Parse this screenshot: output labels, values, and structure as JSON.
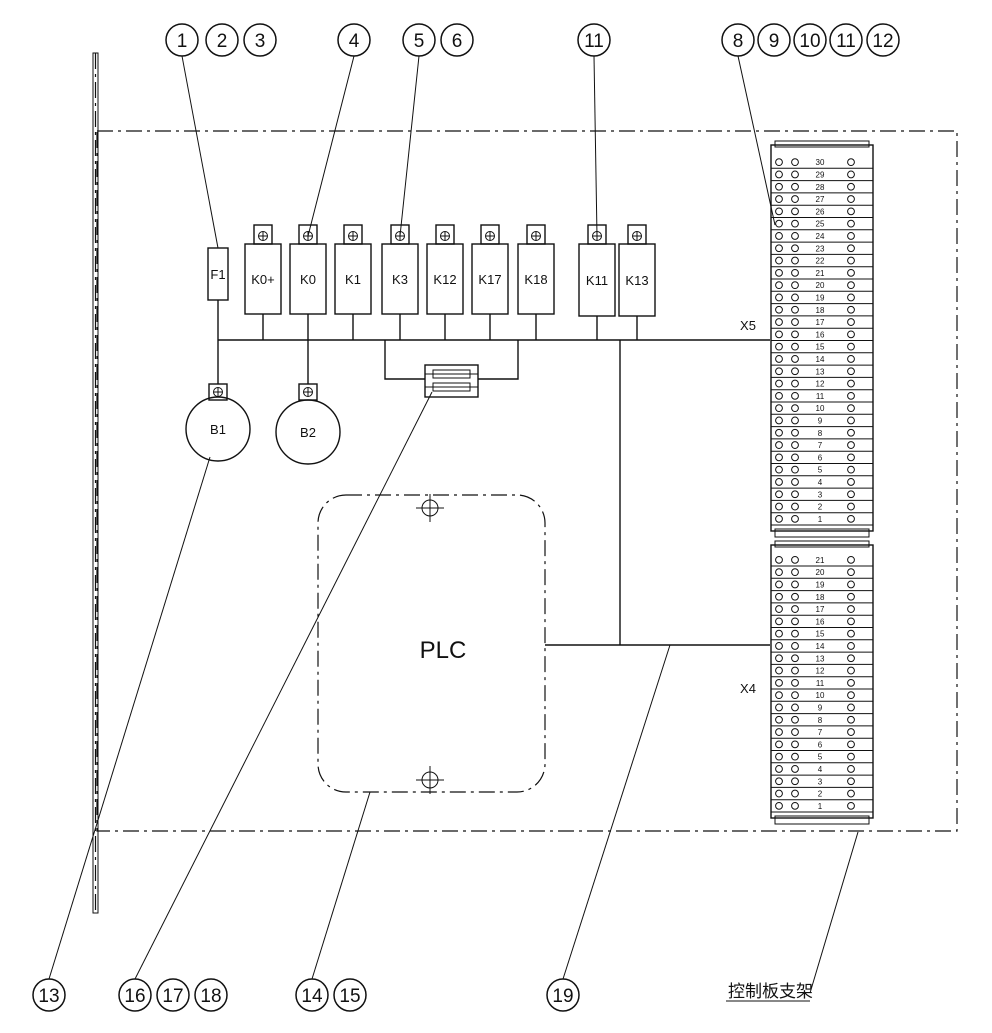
{
  "callouts_top": [
    "1",
    "2",
    "3",
    "4",
    "5",
    "6",
    "11",
    "8",
    "9",
    "10",
    "11",
    "12"
  ],
  "callouts_bottom": [
    "13",
    "16",
    "17",
    "18",
    "14",
    "15",
    "19"
  ],
  "relays": [
    "F1",
    "K0+",
    "K0",
    "K1",
    "K3",
    "K12",
    "K17",
    "K18",
    "K11",
    "K13"
  ],
  "motors": [
    "B1",
    "B2"
  ],
  "plc_label": "PLC",
  "terminal_strips": [
    {
      "label": "X5",
      "numbers": [
        "1",
        "2",
        "3",
        "4",
        "5",
        "6",
        "7",
        "8",
        "9",
        "10",
        "11",
        "12",
        "13",
        "14",
        "15",
        "16",
        "17",
        "18",
        "19",
        "20",
        "21",
        "22",
        "23",
        "24",
        "25",
        "26",
        "27",
        "28",
        "29",
        "30"
      ]
    },
    {
      "label": "X4",
      "numbers": [
        "1",
        "2",
        "3",
        "4",
        "5",
        "6",
        "7",
        "8",
        "9",
        "10",
        "11",
        "12",
        "13",
        "14",
        "15",
        "16",
        "17",
        "18",
        "19",
        "20",
        "21"
      ]
    }
  ],
  "bracket_label": "控制板支架"
}
